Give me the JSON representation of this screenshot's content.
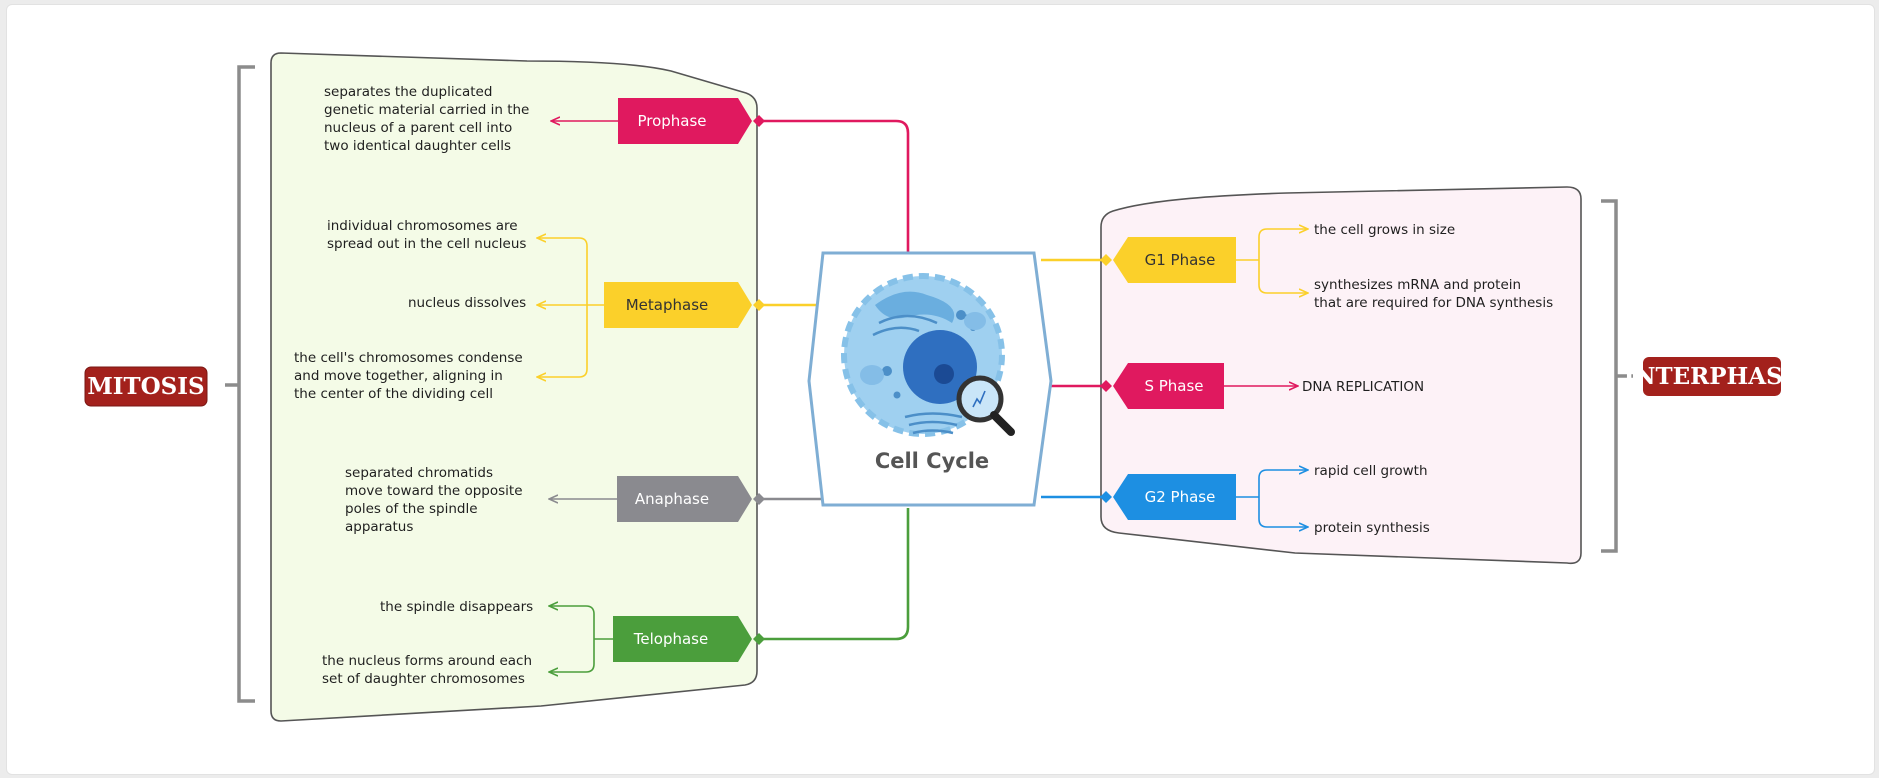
{
  "colors": {
    "prophase": "#e0195f",
    "metaphase": "#fbd02a",
    "anaphase": "#8a8a8f",
    "telophase": "#4b9e3c",
    "g1": "#fbd02a",
    "s": "#e0195f",
    "g2": "#1d8fe2",
    "badge": "#a3211c",
    "mitosis_panel": "#f4fbe7",
    "interphase_panel": "#fdf2f7",
    "center_border": "#7faed4"
  },
  "center": {
    "title": "Cell Cycle",
    "icon": "cell-with-magnifier-icon"
  },
  "mitosis": {
    "badge": "MITOSIS",
    "phases": [
      {
        "label": "Prophase",
        "details": [
          [
            "separates the duplicated",
            "genetic material carried in the",
            "nucleus of a parent cell into",
            "two identical daughter cells"
          ]
        ]
      },
      {
        "label": "Metaphase",
        "details": [
          [
            "individual chromosomes are",
            "spread out in the cell nucleus"
          ],
          [
            "nucleus dissolves"
          ],
          [
            "the cell's chromosomes condense",
            "and move together, aligning in",
            "the center of the dividing cell"
          ]
        ]
      },
      {
        "label": "Anaphase",
        "details": [
          [
            "separated chromatids",
            "move toward the opposite",
            "poles of the spindle",
            "apparatus"
          ]
        ]
      },
      {
        "label": "Telophase",
        "details": [
          [
            "the spindle disappears"
          ],
          [
            "the nucleus forms around each",
            "set of daughter chromosomes"
          ]
        ]
      }
    ]
  },
  "interphase": {
    "badge": "INTERPHASE",
    "phases": [
      {
        "label": "G1 Phase",
        "details": [
          [
            "the cell grows in size"
          ],
          [
            "synthesizes mRNA and protein",
            "that are required for DNA synthesis"
          ]
        ]
      },
      {
        "label": "S Phase",
        "details": [
          [
            "DNA REPLICATION"
          ]
        ]
      },
      {
        "label": "G2 Phase",
        "details": [
          [
            "rapid cell growth"
          ],
          [
            "protein synthesis"
          ]
        ]
      }
    ]
  }
}
